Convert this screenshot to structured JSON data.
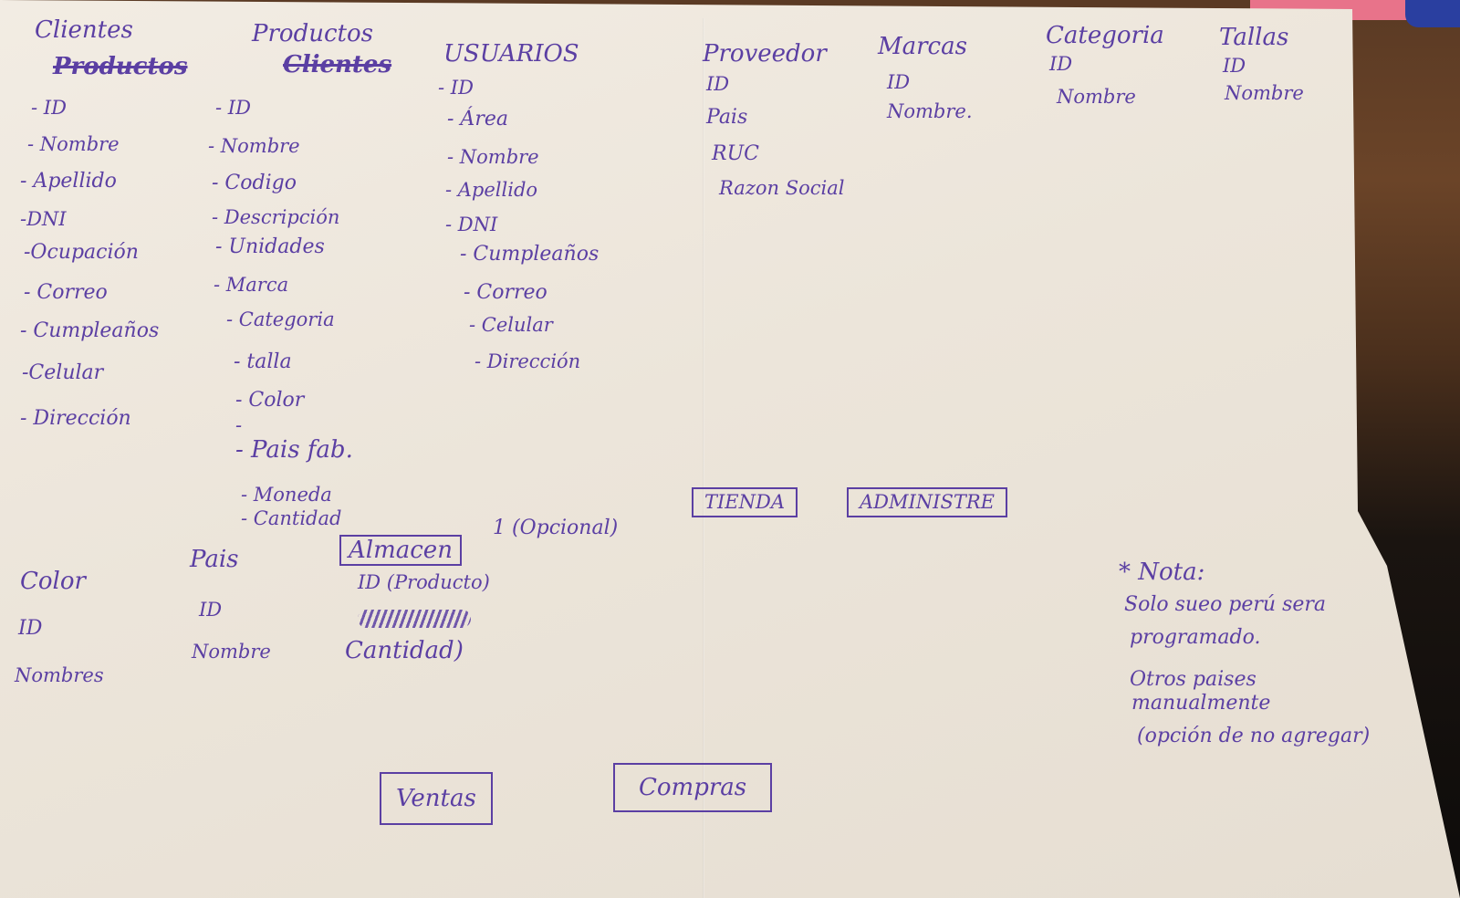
{
  "clientes": {
    "title": "Clientes",
    "crossed": "Productos",
    "fields": [
      "- ID",
      "- Nombre",
      "- Apellido",
      "-DNI",
      "-Ocupación",
      "- Correo",
      "- Cumpleaños",
      "-Celular",
      "- Dirección"
    ]
  },
  "productos": {
    "title": "Productos",
    "crossed": "Clientes",
    "fields": [
      "- ID",
      "- Nombre",
      "- Codigo",
      "- Descripción",
      "- Unidades",
      "- Marca",
      "- Categoria",
      "- talla",
      "- Color",
      "-",
      "- Pais fab.",
      "- Moneda",
      "- Cantidad"
    ]
  },
  "usuarios": {
    "title": "USUARIOS",
    "fields": [
      "- ID",
      "- Área",
      "- Nombre",
      "- Apellido",
      "- DNI",
      "- Cumpleaños",
      "- Correo",
      "- Celular",
      "- Dirección"
    ]
  },
  "proveedor": {
    "title": "Proveedor",
    "fields": [
      "ID",
      "Pais",
      "RUC",
      "Razon Social"
    ]
  },
  "marcas": {
    "title": "Marcas",
    "fields": [
      "ID",
      "Nombre."
    ]
  },
  "categoria": {
    "title": "Categoria",
    "fields": [
      "ID",
      "Nombre"
    ]
  },
  "tallas": {
    "title": "Tallas",
    "fields": [
      "ID",
      "Nombre"
    ]
  },
  "color": {
    "title": "Color",
    "fields": [
      "ID",
      "Nombres"
    ]
  },
  "pais": {
    "title": "Pais",
    "fields": [
      "ID",
      "Nombre"
    ]
  },
  "almacen": {
    "title": "Almacen",
    "suffix": "1 (Opcional)",
    "fields": [
      "ID (Producto)",
      "Cantidad)"
    ]
  },
  "boxes": {
    "tienda": "TIENDA",
    "administre": "ADMINISTRE",
    "ventas": "Ventas",
    "compras": "Compras"
  },
  "nota": {
    "title": "* Nota:",
    "lines": [
      "Solo sueo perú sera",
      "programado.",
      "Otros paises",
      "manualmente",
      "(opción de no agregar)"
    ]
  }
}
